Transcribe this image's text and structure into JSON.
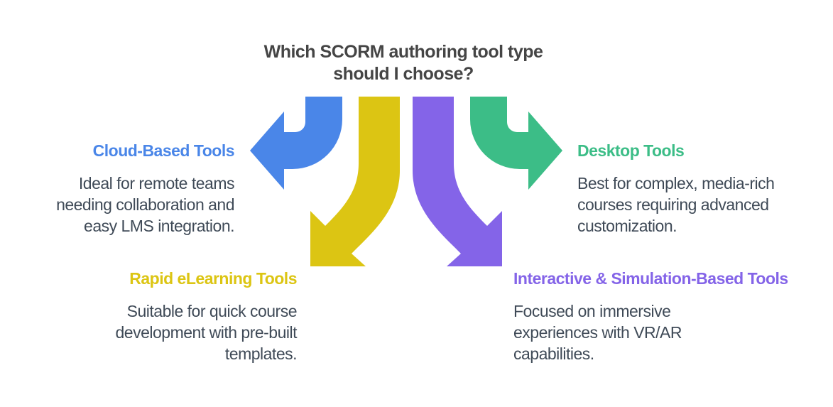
{
  "title": "Which SCORM authoring tool type\nshould I choose?",
  "colors": {
    "background": "#ffffff",
    "title_text": "#454545",
    "body_text": "#3f4a57",
    "blue": "#4a86e8",
    "green": "#3cbd87",
    "yellow": "#dcc513",
    "purple": "#8464e8"
  },
  "sections": [
    {
      "id": "cloud-based",
      "heading": "Cloud-Based Tools",
      "body": "Ideal for remote teams\nneeding collaboration and\neasy LMS integration.",
      "color": "#4a86e8",
      "arrow_icon": "curved-arrow-left-icon",
      "position": "top-left"
    },
    {
      "id": "desktop",
      "heading": "Desktop Tools",
      "body": "Best for complex, media-rich\ncourses requiring advanced\ncustomization.",
      "color": "#3cbd87",
      "arrow_icon": "curved-arrow-right-icon",
      "position": "top-right"
    },
    {
      "id": "rapid-elearning",
      "heading": "Rapid eLearning Tools",
      "body": "Suitable for quick course\ndevelopment with pre-built\ntemplates.",
      "color": "#dcc513",
      "arrow_icon": "curved-arrow-down-left-icon",
      "position": "bottom-left"
    },
    {
      "id": "interactive-simulation",
      "heading": "Interactive & Simulation-Based Tools",
      "body": "Focused on immersive\nexperiences with VR/AR\ncapabilities.",
      "color": "#8464e8",
      "arrow_icon": "curved-arrow-down-right-icon",
      "position": "bottom-right"
    }
  ]
}
